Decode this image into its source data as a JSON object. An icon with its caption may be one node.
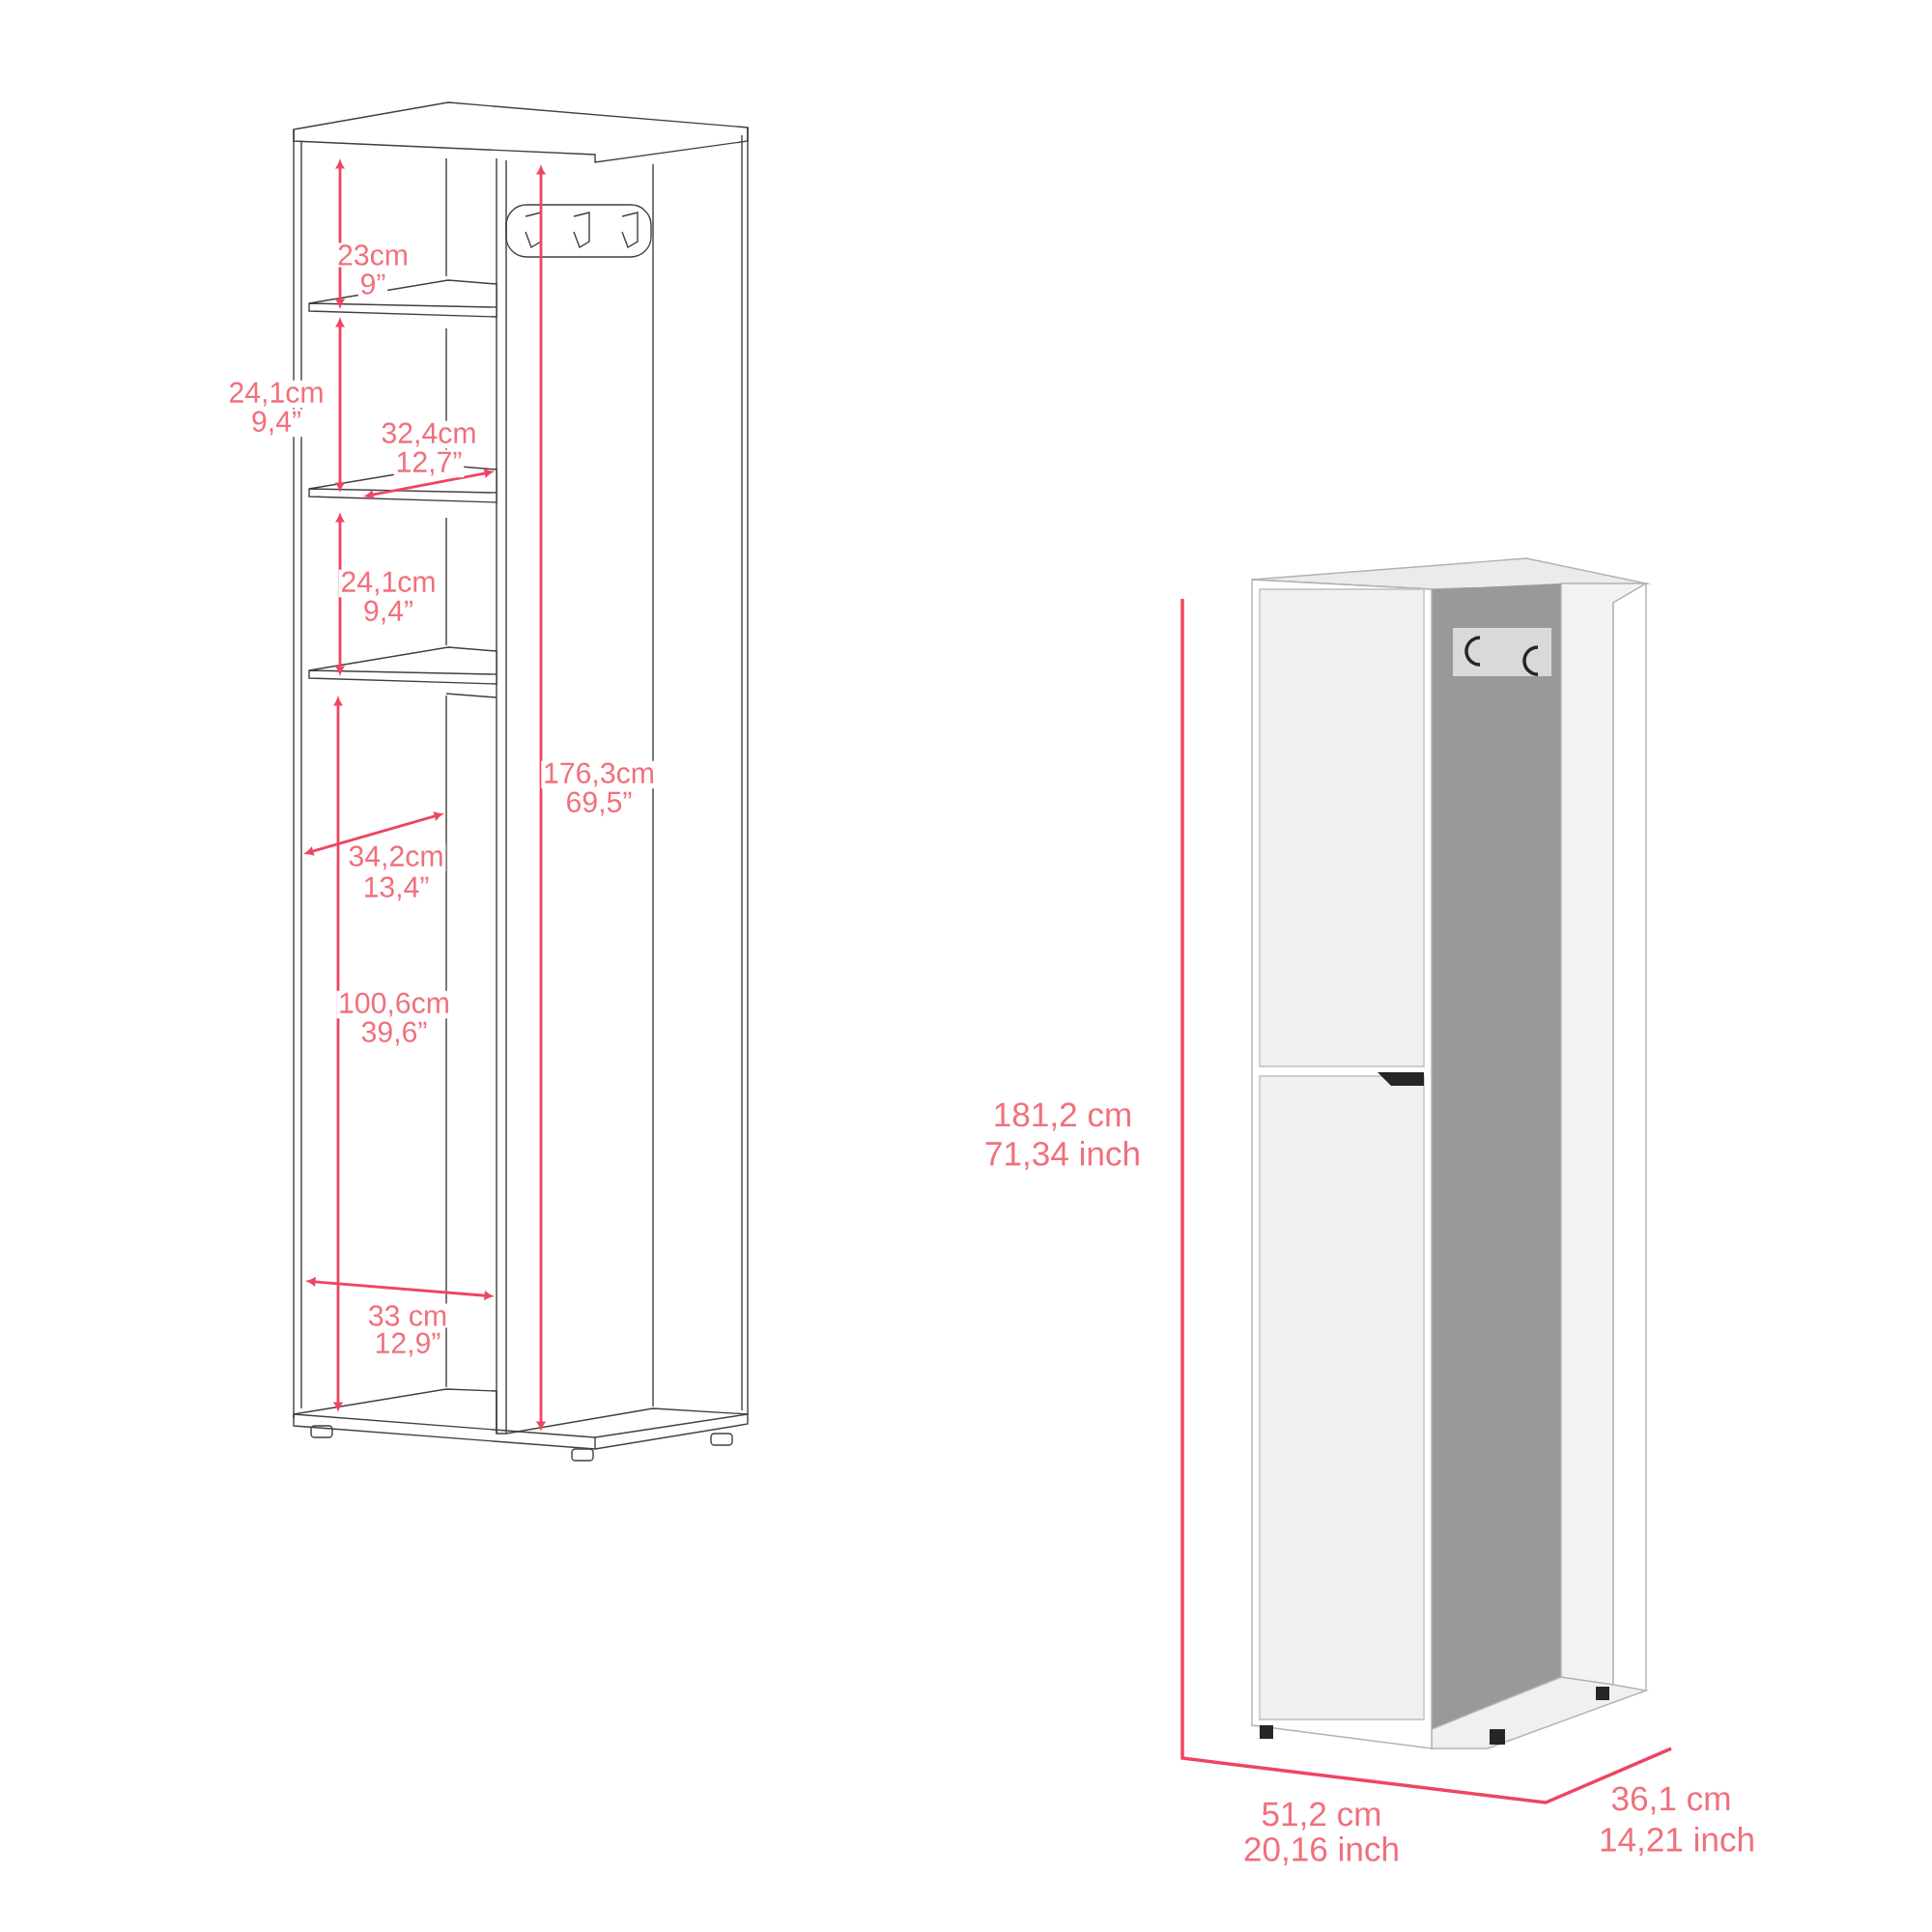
{
  "diagram": {
    "labels": [
      "23cm",
      "9”",
      "24,1cm",
      "9,4”",
      "32,4cm",
      "12,7”",
      "24,1cm",
      "9,4”",
      "176,3cm",
      "69,5”",
      "34,2cm",
      "13,4”",
      "100,6cm",
      "39,6”",
      "33 cm",
      "12,9”",
      "181,2 cm",
      "71,34 inch",
      "51,2 cm",
      "20,16 inch",
      "36,1 cm",
      "14,21 inch"
    ]
  }
}
